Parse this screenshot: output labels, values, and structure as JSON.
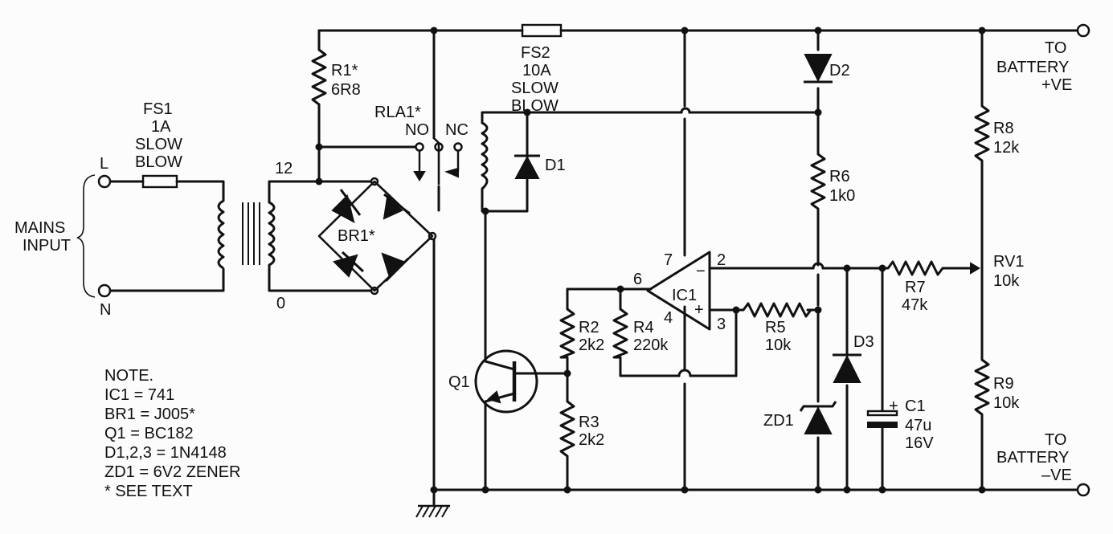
{
  "labels": {
    "fs1": [
      "FS1",
      "1A",
      "SLOW",
      "BLOW"
    ],
    "fs2": [
      "FS2",
      "10A",
      "SLOW",
      "BLOW"
    ],
    "r1": [
      "R1*",
      "6R8"
    ],
    "rla1": "RLA1*",
    "no": "NO",
    "nc": "NC",
    "d1": "D1",
    "d2": "D2",
    "d3": "D3",
    "zd1": "ZD1",
    "br1": "BR1*",
    "tap12": "12",
    "tap0": "0",
    "l": "L",
    "n": "N",
    "mains": [
      "MAINS",
      "INPUT"
    ],
    "r2": [
      "R2",
      "2k2"
    ],
    "r3": [
      "R3",
      "2k2"
    ],
    "r4": [
      "R4",
      "220k"
    ],
    "r5": [
      "R5",
      "10k"
    ],
    "r6": [
      "R6",
      "1k0"
    ],
    "r7": [
      "R7",
      "47k"
    ],
    "r8": [
      "R8",
      "12k"
    ],
    "r9": [
      "R9",
      "10k"
    ],
    "rv1": [
      "RV1",
      "10k"
    ],
    "c1": [
      "C1",
      "47u",
      "16V"
    ],
    "c1plus": "+",
    "q1": "Q1",
    "ic1": "IC1",
    "ic_minus": "−",
    "ic_plus": "+",
    "pin2": "2",
    "pin3": "3",
    "pin4": "4",
    "pin6": "6",
    "pin7": "7",
    "bat_pos": [
      "TO",
      "BATTERY",
      "+VE"
    ],
    "bat_neg": [
      "TO",
      "BATTERY",
      "–VE"
    ]
  },
  "note": {
    "title": "NOTE.",
    "lines": [
      "IC1 = 741",
      "BR1 = J005*",
      "Q1 = BC182",
      "D1,2,3 = 1N4148",
      "ZD1 = 6V2 ZENER",
      "* SEE TEXT"
    ]
  }
}
